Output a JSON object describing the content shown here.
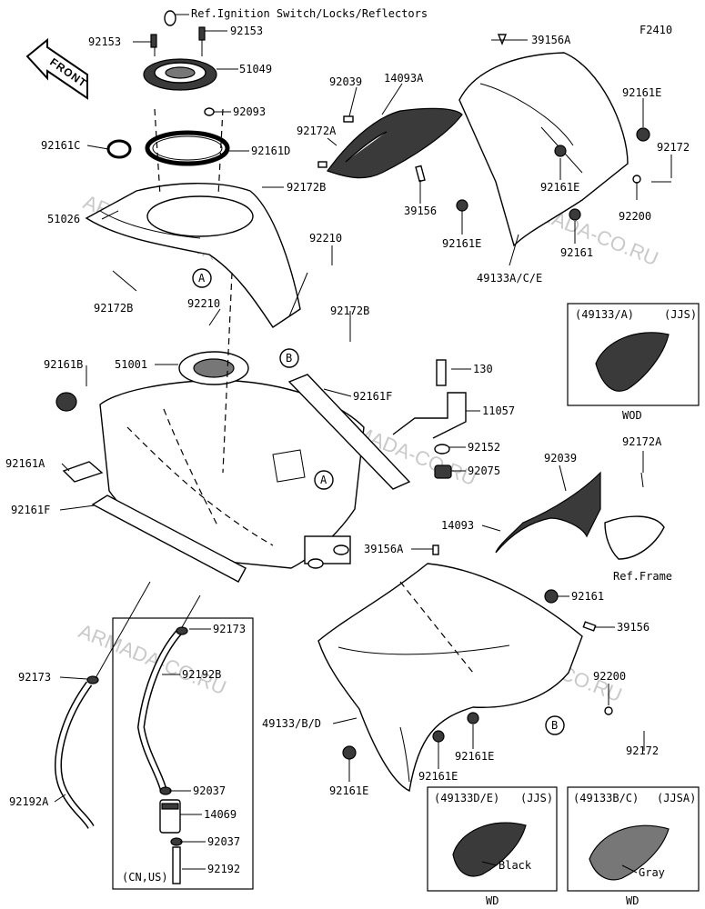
{
  "figure_code": "F2410",
  "front_label": "FRONT",
  "watermark": "ARMADA-CO.RU",
  "callouts": {
    "ref_ignition": "Ref.Ignition Switch/Locks/Reflectors",
    "ref_frame": "Ref.Frame",
    "marker_a": "A",
    "marker_b": "B"
  },
  "part_labels": {
    "p92153_left": "92153",
    "p92153_right": "92153",
    "p51049": "51049",
    "p92093": "92093",
    "p92161c": "92161C",
    "p92161d": "92161D",
    "p92172b_top": "92172B",
    "p51026": "51026",
    "p92210_upper": "92210",
    "p92172b_left": "92172B",
    "p92210_lower": "92210",
    "p92172b_right": "92172B",
    "p51001": "51001",
    "p92161b": "92161B",
    "p92161a": "92161A",
    "p92161f_left": "92161F",
    "p92161f_right": "92161F",
    "p130": "130",
    "p11057": "11057",
    "p92152": "92152",
    "p92075": "92075",
    "p39156a_mid": "39156A",
    "p92039_top": "92039",
    "p14093a": "14093A",
    "p39156a_top": "39156A",
    "p92172a_top": "92172A",
    "p39156_top": "39156",
    "p49133ace": "49133A/C/E",
    "p92161e_tr": "92161E",
    "p92172_tr": "92172",
    "p92161e_mid": "92161E",
    "p92200_top": "92200",
    "p92161e_low": "92161E",
    "p92161_top": "92161",
    "p92039_mid": "92039",
    "p92172a_mid": "92172A",
    "p14093": "14093",
    "p92161_mid": "92161",
    "p39156_mid": "39156",
    "p92200_bot": "92200",
    "p92172_bot": "92172",
    "p49133bd": "49133/B/D",
    "p92161e_b1": "92161E",
    "p92161e_b2": "92161E",
    "p92161e_b3": "92161E",
    "p92173_left": "92173",
    "p92192a": "92192A",
    "p92173_box": "92173",
    "p92192b": "92192B",
    "p92037_top": "92037",
    "p14069": "14069",
    "p92037_bot": "92037",
    "p92192": "92192"
  },
  "insets": {
    "top_right": {
      "code": "(49133/A)",
      "market": "(JJS)",
      "caption": "WOD"
    },
    "bottom_mid": {
      "code": "(49133D/E)",
      "market": "(JJS)",
      "color": "Black",
      "caption": "WD"
    },
    "bottom_right": {
      "code": "(49133B/C)",
      "market": "(JJSA)",
      "color": "Gray",
      "caption": "WD"
    },
    "hose_box": {
      "market": "(CN,US)"
    }
  }
}
